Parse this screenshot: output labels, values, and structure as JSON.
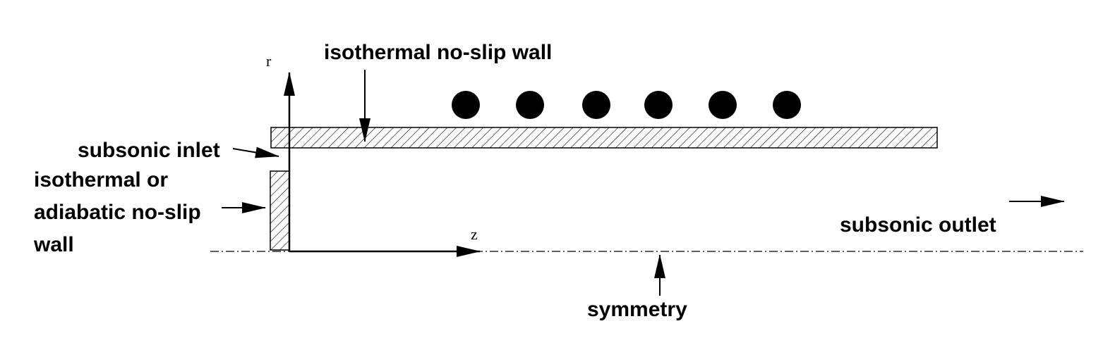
{
  "labels": {
    "isothermal_wall": "isothermal no-slip wall",
    "subsonic_inlet": "subsonic inlet",
    "inlet_wall_line1": "isothermal or",
    "inlet_wall_line2": "adiabatic no-slip",
    "inlet_wall_line3": "wall",
    "subsonic_outlet": "subsonic outlet",
    "symmetry": "symmetry"
  },
  "axes": {
    "r": "r",
    "z": "z"
  },
  "electrodes": {
    "count": 6
  }
}
